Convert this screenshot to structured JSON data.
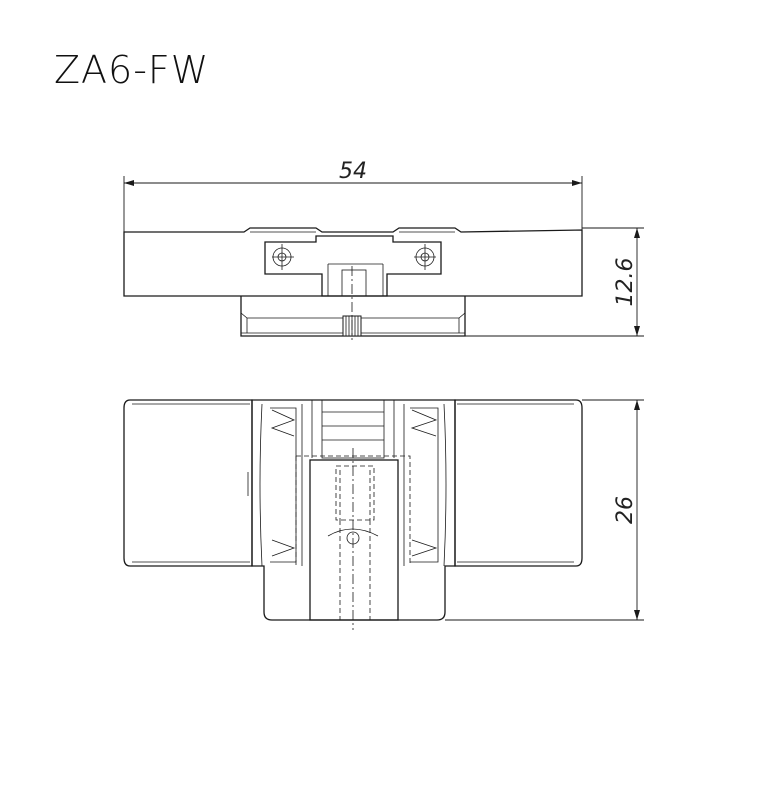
{
  "title": "ZA6-FW",
  "dimensions": {
    "top_width": "54",
    "top_height": "12.6",
    "bottom_height": "26"
  }
}
